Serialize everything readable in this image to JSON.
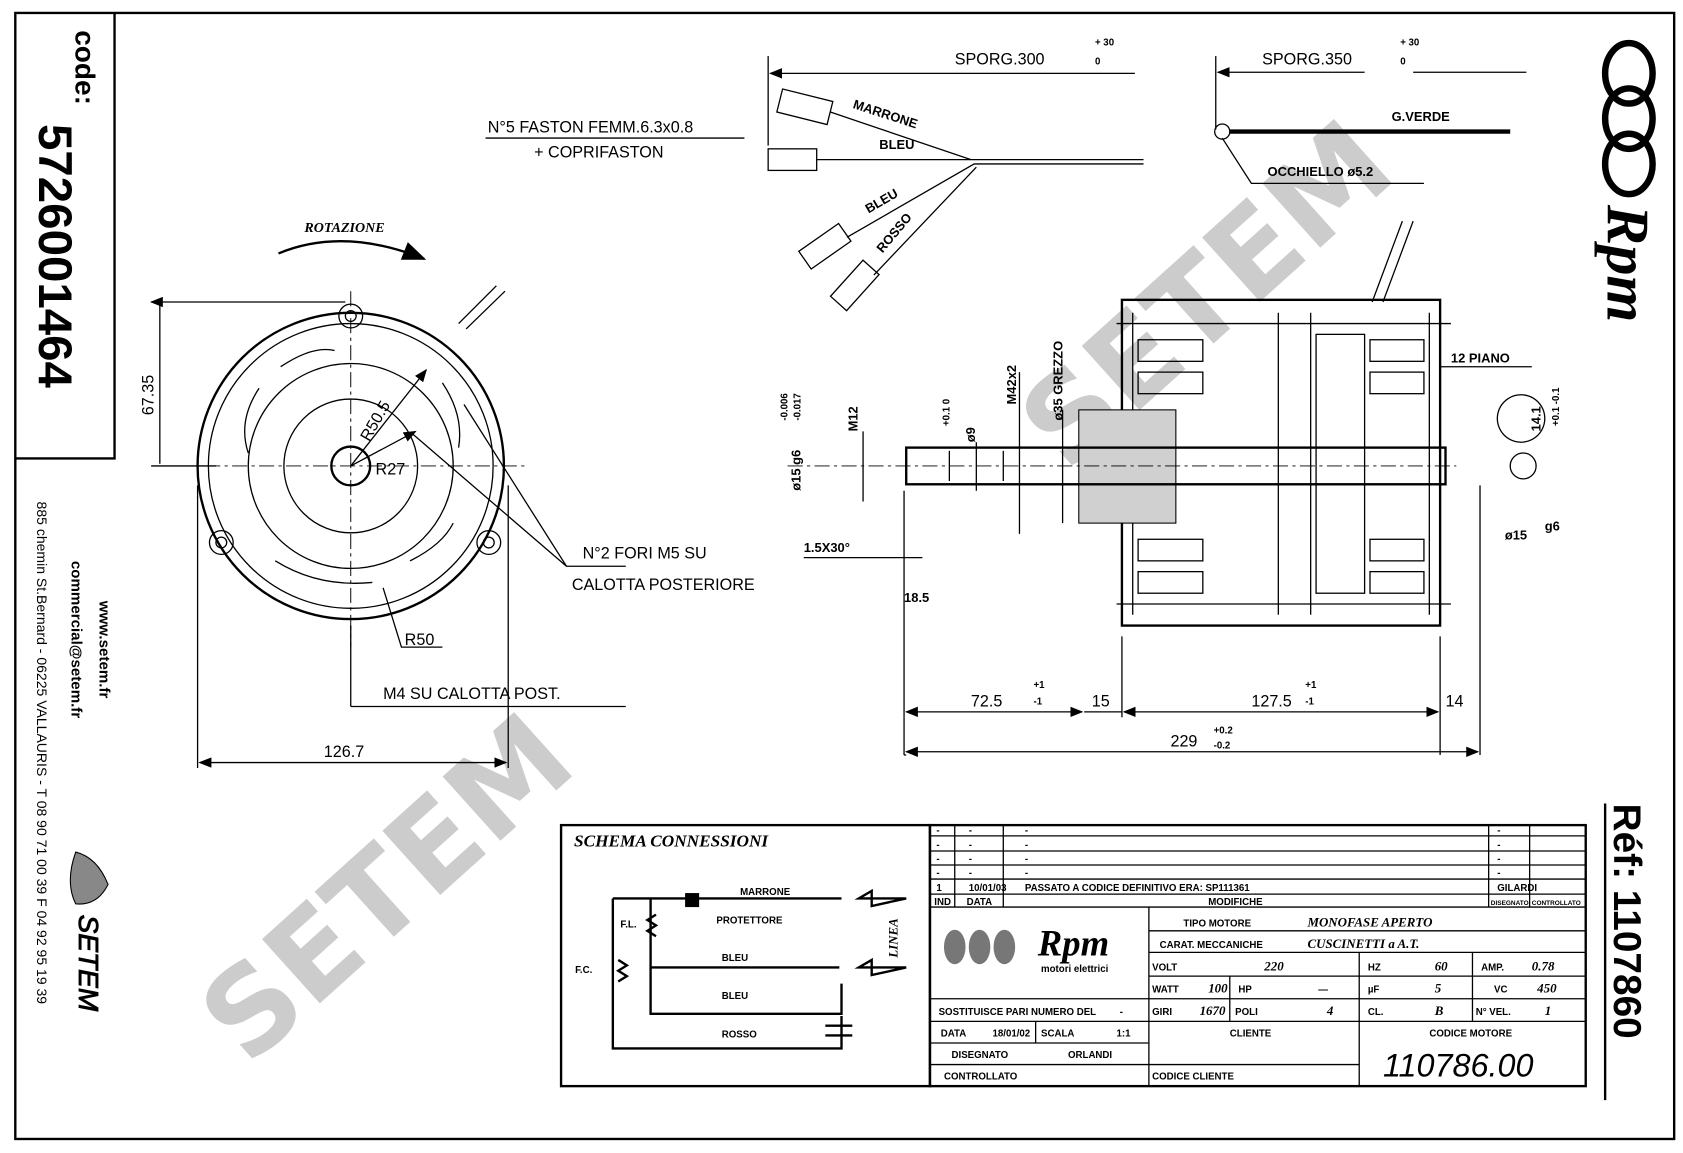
{
  "left_strip": {
    "code_label": "code:",
    "code_value": "5726001464",
    "website": "www.setem.fr",
    "email": "commercial@setem.fr",
    "address": "885 chemin St.Bernard  -  06225 VALLAURIS  -  T 08 90 71 00 39   F 04 92 95 19 39",
    "logo_text": "SETEM"
  },
  "right_strip": {
    "brand": "Rpm",
    "ref_label": "Réf: 1107860"
  },
  "watermark": "SETEM",
  "front_view": {
    "rotation_label": "ROTAZIONE",
    "height_dim": "67.35",
    "r50_5": "R50.5",
    "r27": "R27",
    "r50": "R50",
    "holes_note_1": "N°2 FORI M5 SU",
    "holes_note_2": "CALOTTA POSTERIORE",
    "m4_note": "M4 SU CALOTTA POST.",
    "width_dim": "126.7"
  },
  "wires": {
    "faston_note_1": "N°5 FASTON FEMM.6.3x0.8",
    "faston_note_2": "+ COPRIFASTON",
    "sporg300": "SPORG.300",
    "sporg350": "SPORG.350",
    "tol_plus": "+ 30",
    "tol_zero": "0",
    "marrone": "MARRONE",
    "bleu": "BLEU",
    "rosso": "ROSSO",
    "g_verde": "G.VERDE",
    "occhiello": "OCCHIELLO ø5.2"
  },
  "side_view": {
    "m12": "M12",
    "shaft_dia": "ø15 g6",
    "shaft_tol_top": "-0.006",
    "shaft_tol_bot": "-0.017",
    "hole9": "ø9",
    "hole9_tol": "+0.1 0",
    "m42": "M42x2",
    "d35": "ø35 GREZZO",
    "chamfer": "1.5X30°",
    "d18_5": "18.5",
    "d72_5": "72.5",
    "d15": "15",
    "d127_5": "127.5",
    "d14": "14",
    "d229": "229",
    "tol_pm1_plus": "+1",
    "tol_pm1_minus": "-1",
    "tol_pm02_plus": "+0.2",
    "tol_pm02_minus": "-0.2",
    "piano": "12 PIANO",
    "d14_1": "14.1",
    "d14_1_tol": "+0.1 -0.1",
    "end_dia": "ø15",
    "end_fit": "g6"
  },
  "schema": {
    "title": "SCHEMA CONNESSIONI",
    "marrone": "MARRONE",
    "protettore": "PROTETTORE",
    "bleu1": "BLEU",
    "bleu2": "BLEU",
    "rosso": "ROSSO",
    "fl": "F.L.",
    "fc": "F.C.",
    "linea": "LINEA"
  },
  "title_block": {
    "revisions": [
      {
        "ind": "-",
        "data": "-",
        "desc": "-",
        "sign": "-"
      },
      {
        "ind": "-",
        "data": "-",
        "desc": "-",
        "sign": "-"
      },
      {
        "ind": "-",
        "data": "-",
        "desc": "-",
        "sign": "-"
      },
      {
        "ind": "-",
        "data": "-",
        "desc": "-",
        "sign": "-"
      },
      {
        "ind": "1",
        "data": "10/01/03",
        "desc": "PASSATO A CODICE DEFINITIVO ERA: SP111361",
        "sign": "GILARDI"
      }
    ],
    "hdr_ind": "IND",
    "hdr_data": "DATA",
    "hdr_modifiche": "MODIFICHE",
    "hdr_disegnato": "DISEGNATO",
    "hdr_controllato": "CONTROLLATO",
    "logo_brand": "Rpm",
    "logo_sub": "motori elettrici",
    "tipo_motore_label": "TIPO MOTORE",
    "tipo_motore": "MONOFASE APERTO",
    "carat_label": "CARAT. MECCANICHE",
    "carat": "CUSCINETTI a A.T.",
    "volt_label": "VOLT",
    "volt": "220",
    "hz_label": "HZ",
    "hz": "60",
    "amp_label": "AMP.",
    "amp": "0.78",
    "watt_label": "WATT",
    "watt": "100",
    "hp_label": "HP",
    "hp": "—",
    "uf_label": "µF",
    "uf": "5",
    "vc_label": "VC",
    "vc": "450",
    "giri_label": "GIRI",
    "giri": "1670",
    "poli_label": "POLI",
    "poli": "4",
    "cl_label": "CL.",
    "cl": "B",
    "nvel_label": "N° VEL.",
    "nvel": "1",
    "sostituisce_label": "SOSTITUISCE PARI NUMERO DEL",
    "sostituisce": "-",
    "data_label": "DATA",
    "data": "18/01/02",
    "scala_label": "SCALA",
    "scala": "1:1",
    "disegnato_label": "DISEGNATO",
    "disegnato": "ORLANDI",
    "controllato_label": "CONTROLLATO",
    "cliente_label": "CLIENTE",
    "codice_cliente_label": "CODICE CLIENTE",
    "codice_motore_label": "CODICE MOTORE",
    "codice_motore": "110786.00"
  }
}
